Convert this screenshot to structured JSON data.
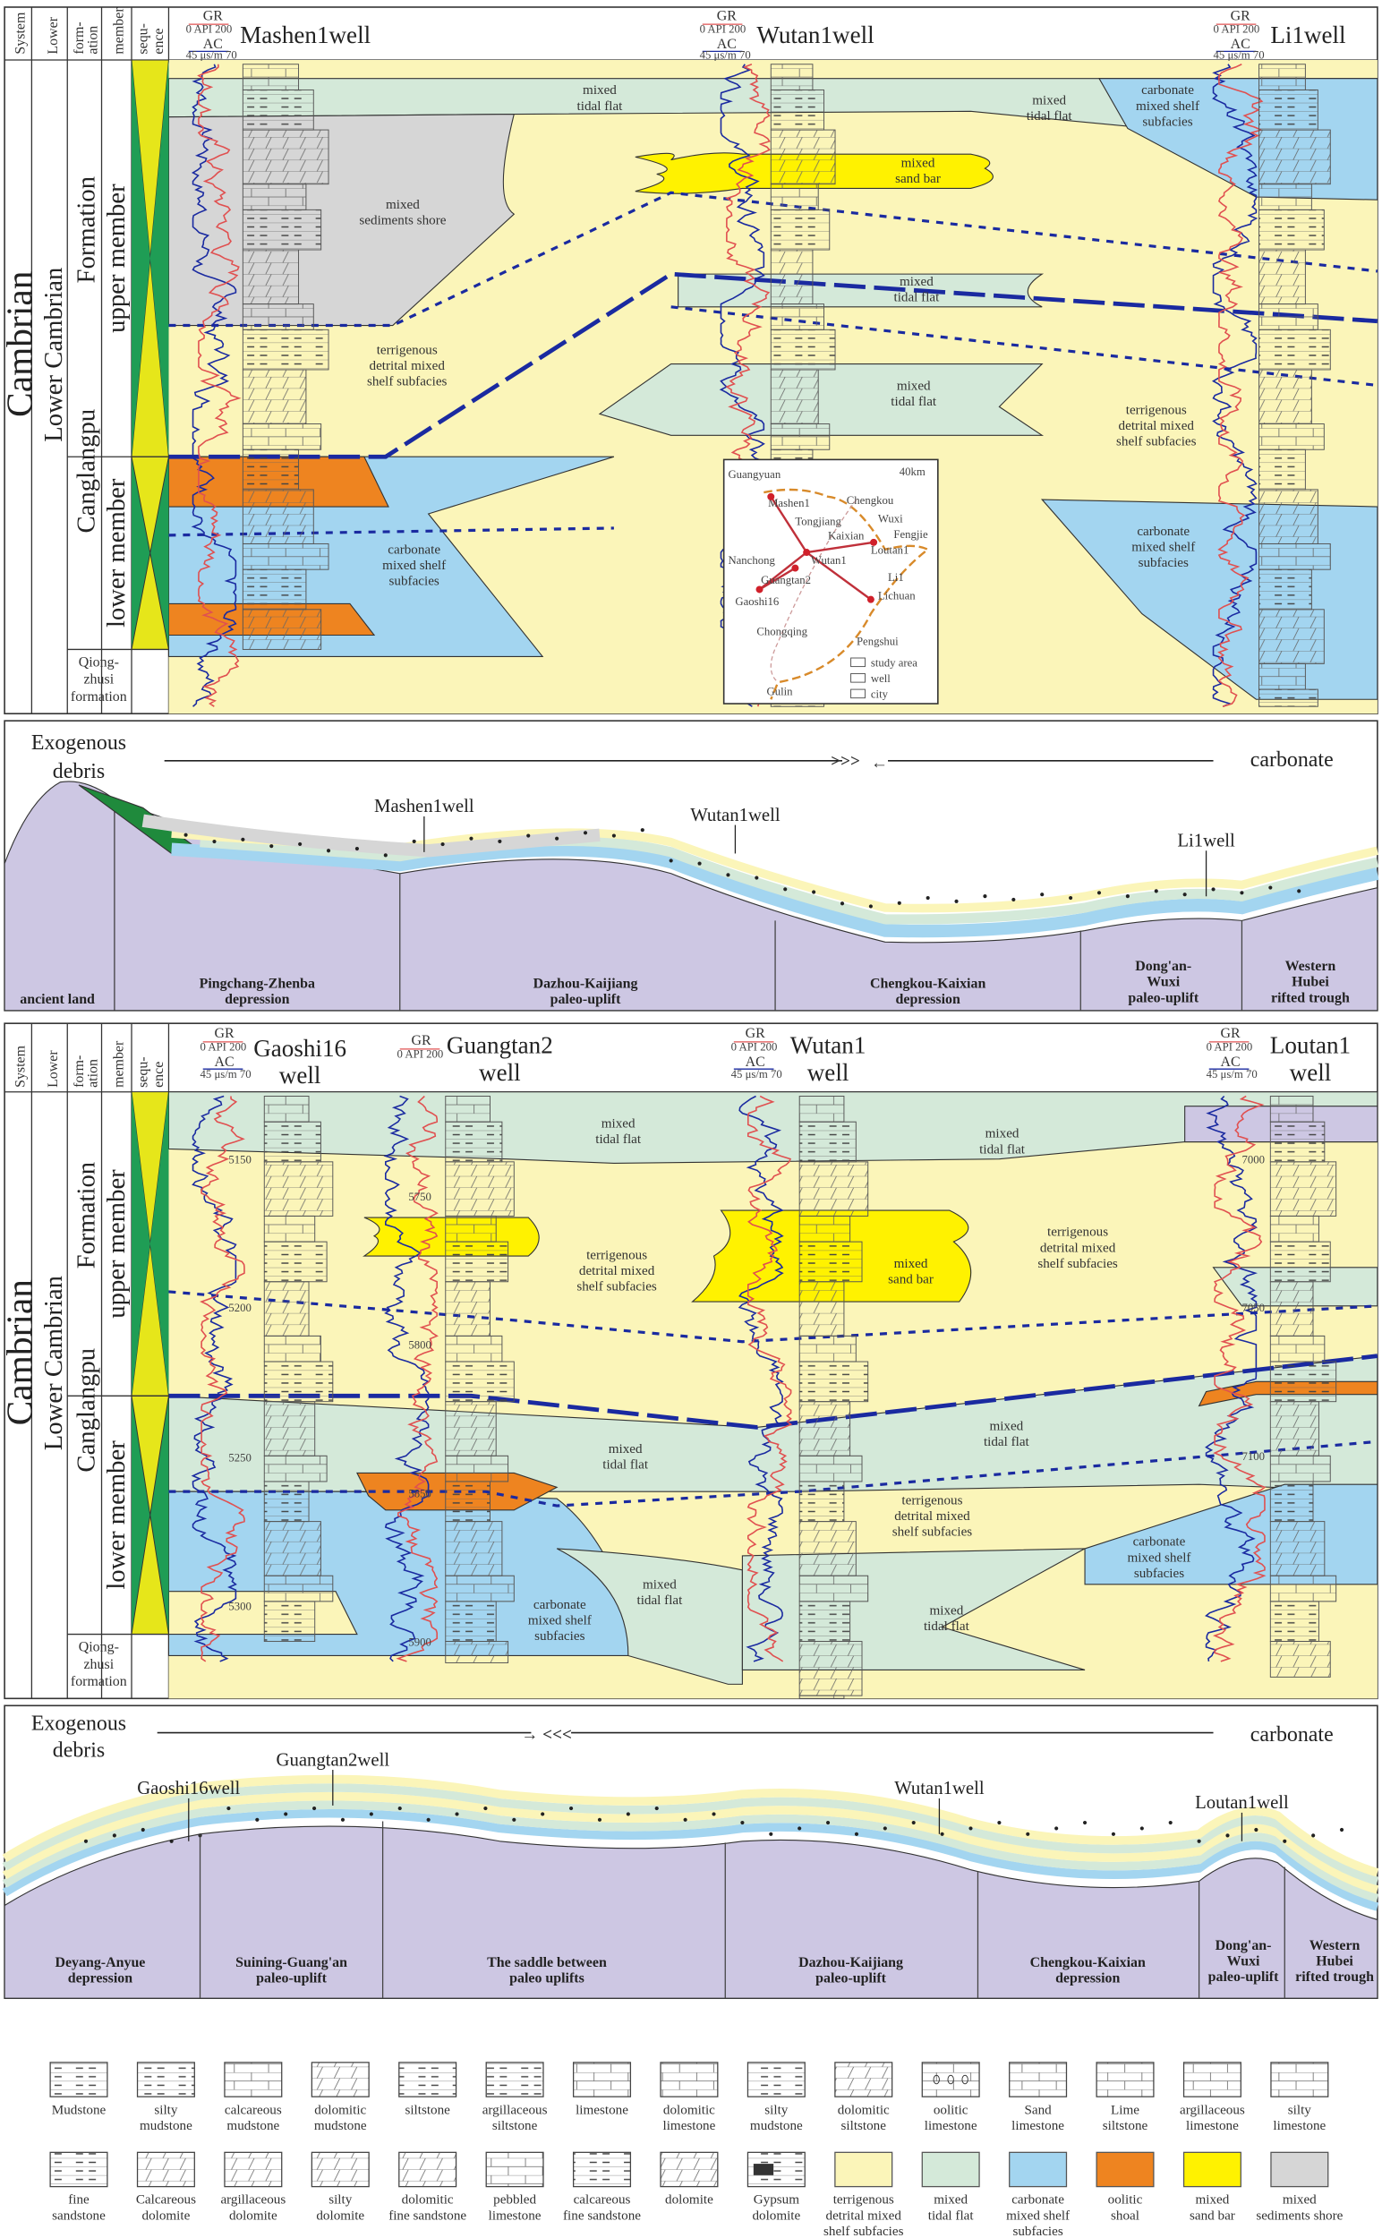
{
  "colors": {
    "terrigenous": "#fbf5b9",
    "tidal": "#d4e9d9",
    "carbonate": "#a3d5f0",
    "oolitic": "#ee8420",
    "sandbar": "#fff200",
    "shore": "#d6d6d6",
    "basement": "#cdc7e3",
    "boundary": "#1a2aa0",
    "gr": "#e05050",
    "ac": "#1a2aa0"
  },
  "header": {
    "system": "System",
    "lower": "Lower",
    "formation": [
      "form-",
      "ation"
    ],
    "member": "member",
    "sequence": [
      "sequ-",
      "ence"
    ],
    "gr": "GR",
    "gr_scale": "0  API 200",
    "ac": "AC",
    "ac_scale": "45 μs/m 70"
  },
  "strat": {
    "system": "Cambrian",
    "series": "Lower  Cambrian",
    "formation_upper": "Formation",
    "formation_lower": "Canglangpu",
    "upper_member": "upper member",
    "lower_member": "lower member",
    "qiongzhusi": [
      "Qiong-",
      "zhusi",
      "formation"
    ]
  },
  "panel1": {
    "wells": [
      "Mashen1well",
      "Wutan1well",
      "Li1well"
    ],
    "facies": {
      "tidal_top": [
        "mixed",
        "tidal flat"
      ],
      "tidal_right": [
        "mixed",
        "tidal flat"
      ],
      "carb_top_right": [
        "carbonate",
        "mixed shelf",
        "subfacies"
      ],
      "shore": [
        "mixed",
        "sediments shore"
      ],
      "sandbar": [
        "mixed",
        "sand bar"
      ],
      "tidal_mid": [
        "mixed",
        "tidal flat"
      ],
      "terr_left": [
        "terrigenous",
        "detrital  mixed",
        "shelf subfacies"
      ],
      "tidal_low": [
        "mixed",
        "tidal flat"
      ],
      "terr_right": [
        "terrigenous",
        "detrital  mixed",
        "shelf subfacies"
      ],
      "carb_left": [
        "carbonate",
        "mixed shelf",
        "subfacies"
      ],
      "carb_right": [
        "carbonate",
        "mixed shelf",
        "subfacies"
      ]
    },
    "map": {
      "scale": "40km",
      "cities": [
        "Guangyuan",
        "Mashen1",
        "Chengkou",
        "Tongjiang",
        "Wuxi",
        "Kaixian",
        "Fengjie",
        "Loutan1",
        "Nanchong",
        "Wutan1",
        "Guangtan2",
        "Li1",
        "Gaoshi16",
        "Lichuan",
        "Chongqing",
        "Pengshui",
        "Gulin"
      ],
      "legend": [
        "study area",
        "well",
        "city"
      ]
    },
    "section": {
      "left": [
        "Exogenous",
        "debris"
      ],
      "right": "carbonate",
      "arrows_right": ">>>",
      "arrow_left": "←",
      "wells": [
        "Mashen1well",
        "Wutan1well",
        "Li1well"
      ],
      "units": [
        [
          "ancient land"
        ],
        [
          "Pingchang-Zhenba",
          "depression"
        ],
        [
          "Dazhou-Kaijiang",
          "paleo-uplift"
        ],
        [
          "Chengkou-Kaixian",
          "depression"
        ],
        [
          "Dong'an-",
          "Wuxi",
          "paleo-uplift"
        ],
        [
          "Western",
          "Hubei",
          "rifted trough"
        ]
      ]
    }
  },
  "panel2": {
    "wells": [
      [
        "Gaoshi16",
        "well"
      ],
      [
        "Guangtan2",
        "well"
      ],
      [
        "Wutan1",
        "well"
      ],
      [
        "Loutan1",
        "well"
      ]
    ],
    "depths": {
      "gaoshi16": [
        "5150",
        "5200",
        "5250",
        "5300"
      ],
      "guangtan2": [
        "5750",
        "5800",
        "5850",
        "5900"
      ],
      "loutan1": [
        "7000",
        "7050",
        "7100"
      ]
    },
    "facies": {
      "tidal_top_left": [
        "mixed",
        "tidal flat"
      ],
      "tidal_top_right": [
        "mixed",
        "tidal flat"
      ],
      "terr_left": [
        "terrigenous",
        "detrital  mixed",
        "shelf subfacies"
      ],
      "sandbar": [
        "mixed",
        "sand bar"
      ],
      "terr_right": [
        "terrigenous",
        "detrital  mixed",
        "shelf subfacies"
      ],
      "tidal_mid_left": [
        "mixed",
        "tidal flat"
      ],
      "tidal_mid_right": [
        "mixed",
        "tidal flat"
      ],
      "terr_low": [
        "terrigenous",
        "detrital  mixed",
        "shelf subfacies"
      ],
      "carb_right": [
        "carbonate",
        "mixed shelf",
        "subfacies"
      ],
      "carb_left": [
        "carbonate",
        "mixed shelf",
        "subfacies"
      ],
      "tidal_low_left": [
        "mixed",
        "tidal flat"
      ],
      "tidal_low_right": [
        "mixed",
        "tidal flat"
      ]
    },
    "section": {
      "left": [
        "Exogenous",
        "debris"
      ],
      "right": "carbonate",
      "arrow_right": "→",
      "arrows_left": "<<<",
      "wells": [
        "Gaoshi16well",
        "Guangtan2well",
        "Wutan1well",
        "Loutan1well"
      ],
      "units": [
        [
          "Deyang-Anyue",
          "depression"
        ],
        [
          "Suining-Guang'an",
          "paleo-uplift"
        ],
        [
          "The saddle between",
          "paleo uplifts"
        ],
        [
          "Dazhou-Kaijiang",
          "paleo-uplift"
        ],
        [
          "Chengkou-Kaixian",
          "depression"
        ],
        [
          "Dong'an-",
          "Wuxi",
          "paleo-uplift"
        ],
        [
          "Western",
          "Hubei",
          "rifted trough"
        ]
      ]
    }
  },
  "legend": [
    {
      "label": [
        "Mudstone"
      ],
      "pattern": "mud"
    },
    {
      "label": [
        "silty",
        "mudstone"
      ],
      "pattern": "dots"
    },
    {
      "label": [
        "calcareous",
        "mudstone"
      ],
      "pattern": "mudbrick"
    },
    {
      "label": [
        "dolomitic",
        "mudstone"
      ],
      "pattern": "muddolo"
    },
    {
      "label": [
        "siltstone"
      ],
      "pattern": "dots"
    },
    {
      "label": [
        "argillaceous",
        "siltstone"
      ],
      "pattern": "dots"
    },
    {
      "label": [
        "limestone"
      ],
      "pattern": "brick"
    },
    {
      "label": [
        "dolomitic",
        "limestone"
      ],
      "pattern": "brick"
    },
    {
      "label": [
        "silty",
        "mudstone"
      ],
      "pattern": "dots"
    },
    {
      "label": [
        "dolomitic",
        "siltstone"
      ],
      "pattern": "muddolo"
    },
    {
      "label": [
        "oolitic",
        "limestone"
      ],
      "pattern": "oolite"
    },
    {
      "label": [
        "Sand",
        "limestone"
      ],
      "pattern": "brick"
    },
    {
      "label": [
        "Lime",
        "siltstone"
      ],
      "pattern": "brick"
    },
    {
      "label": [
        "argillaceous",
        "limestone"
      ],
      "pattern": "mudbrick"
    },
    {
      "label": [
        "silty",
        "limestone"
      ],
      "pattern": "brick"
    },
    {
      "label": [
        "fine",
        "sandstone"
      ],
      "pattern": "dots"
    },
    {
      "label": [
        "Calcareous",
        "dolomite"
      ],
      "pattern": "dolo"
    },
    {
      "label": [
        "argillaceous",
        "dolomite"
      ],
      "pattern": "muddolo"
    },
    {
      "label": [
        "silty",
        "dolomite"
      ],
      "pattern": "dolo"
    },
    {
      "label": [
        "dolomitic",
        "fine sandstone"
      ],
      "pattern": "dolo"
    },
    {
      "label": [
        "pebbled",
        "limestone"
      ],
      "pattern": "brick"
    },
    {
      "label": [
        "calcareous",
        "fine sandstone"
      ],
      "pattern": "dots"
    },
    {
      "label": [
        "dolomite"
      ],
      "pattern": "dolo"
    },
    {
      "label": [
        "Gypsum",
        "dolomite"
      ],
      "pattern": "gypsum"
    },
    {
      "label": [
        "terrigenous",
        "detrital  mixed",
        "shelf subfacies"
      ],
      "color": "#fbf5b9"
    },
    {
      "label": [
        "mixed",
        "tidal flat"
      ],
      "color": "#d4e9d9"
    },
    {
      "label": [
        "carbonate",
        "mixed shelf",
        "subfacies"
      ],
      "color": "#a3d5f0"
    },
    {
      "label": [
        "oolitic",
        "shoal"
      ],
      "color": "#ee8420"
    },
    {
      "label": [
        "mixed",
        "sand bar"
      ],
      "color": "#fff200"
    },
    {
      "label": [
        "mixed",
        "sediments shore"
      ],
      "color": "#d6d6d6"
    }
  ]
}
